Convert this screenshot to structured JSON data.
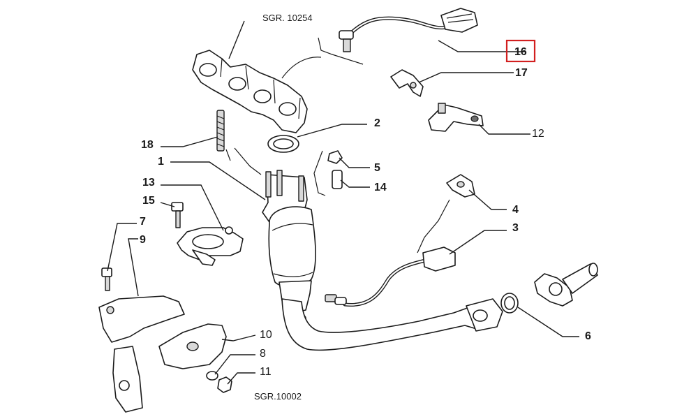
{
  "diagram": {
    "references": {
      "top": "SGR. 10254",
      "bottom": "SGR.10002"
    },
    "highlight_color": "#d21f1f",
    "highlighted_part": "16",
    "callouts": {
      "c1": "1",
      "c2": "2",
      "c3": "3",
      "c4": "4",
      "c5": "5",
      "c6": "6",
      "c7": "7",
      "c8": "8",
      "c9": "9",
      "c10": "10",
      "c11": "11",
      "c12": "12",
      "c13": "13",
      "c14": "14",
      "c15": "15",
      "c16": "16",
      "c17": "17",
      "c18": "18"
    }
  }
}
